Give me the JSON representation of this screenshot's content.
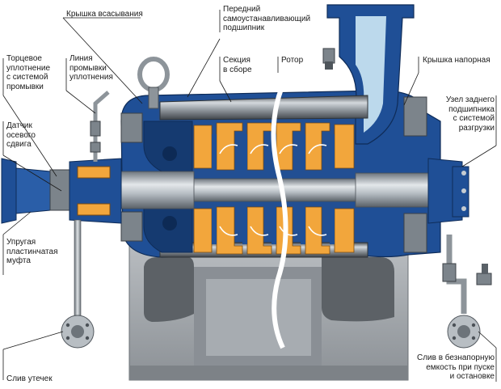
{
  "labels": {
    "suction_cover": "Крышка всасывания",
    "front_bearing": "Передний\nсамоустанавливающий\nподшипник",
    "mech_seal": "Торцевое\nуплотнение\nс системой\nпромывки",
    "flush_line": "Линия\nпромывки\nуплотнения",
    "section_assembly": "Секция\nв сборе",
    "rotor": "Ротор",
    "discharge_cover": "Крышка напорная",
    "rear_bearing": "Узел заднего\nподшипника\nс системой\nразгрузки",
    "axial_sensor": "Датчик\nосевого\nсдвига",
    "coupling": "Упругая\nпластинчатая\nмуфта",
    "leak_drain": "Слив утечек",
    "drain_tank": "Слив в безнапорную\nемкость при пуске\nи остановке"
  },
  "colors": {
    "casing": "#1f4f96",
    "casing_dark": "#153a70",
    "steel": "#9aa3ad",
    "steel_dark": "#5f6870",
    "base": "#9ea3a8",
    "impeller": "#f2a63c",
    "water": "#bcd9ec"
  }
}
